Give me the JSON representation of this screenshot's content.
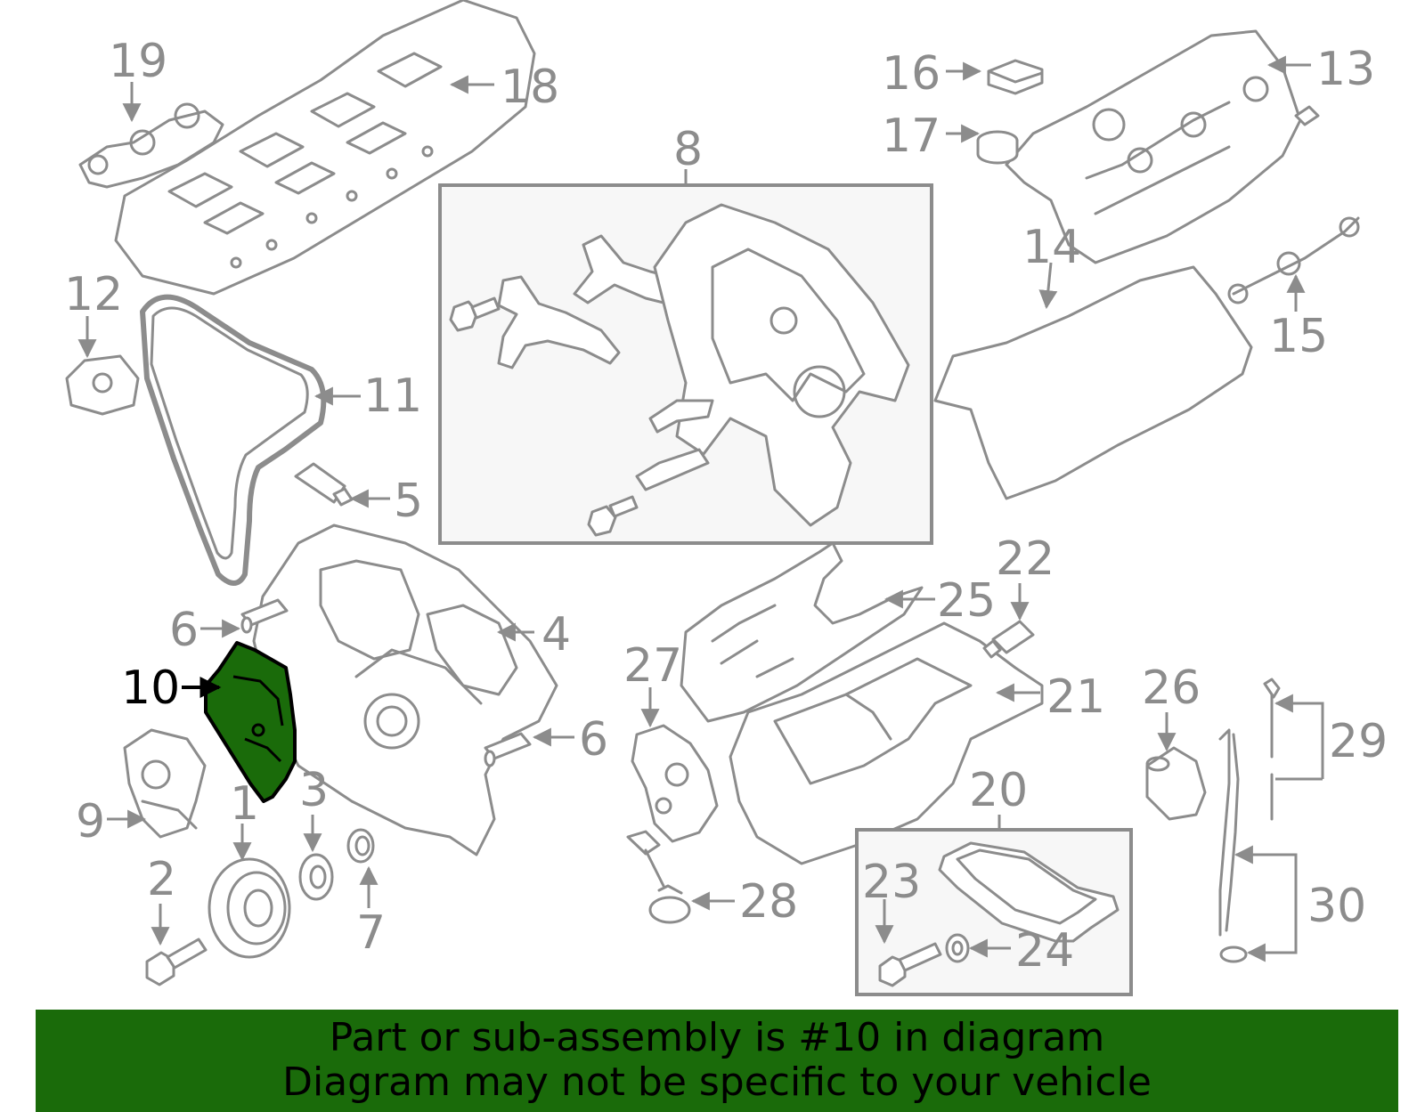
{
  "diagram": {
    "highlighted_part": "10",
    "callouts": [
      "1",
      "2",
      "3",
      "4",
      "5",
      "6",
      "6",
      "7",
      "8",
      "9",
      "10",
      "11",
      "12",
      "13",
      "14",
      "15",
      "16",
      "17",
      "18",
      "19",
      "20",
      "21",
      "22",
      "23",
      "24",
      "25",
      "26",
      "27",
      "28",
      "29",
      "30"
    ]
  },
  "colors": {
    "highlight": "#1a6b0a",
    "line_art": "#8c8c8c",
    "banner_background": "#1a6b0a"
  },
  "banner": {
    "line1": "Part or sub-assembly is #10 in diagram",
    "line2": "Diagram may not be specific to your vehicle"
  }
}
